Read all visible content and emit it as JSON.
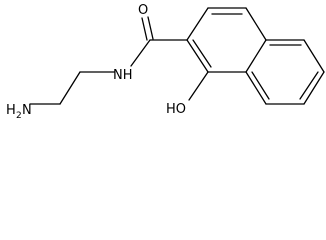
{
  "molecule": {
    "atoms": {
      "oxygen_carbonyl": "O",
      "amide_nitrogen": "NH",
      "hydroxyl": "HO",
      "amine_h": "H",
      "amine_sub": "2",
      "amine_n": "N"
    }
  }
}
